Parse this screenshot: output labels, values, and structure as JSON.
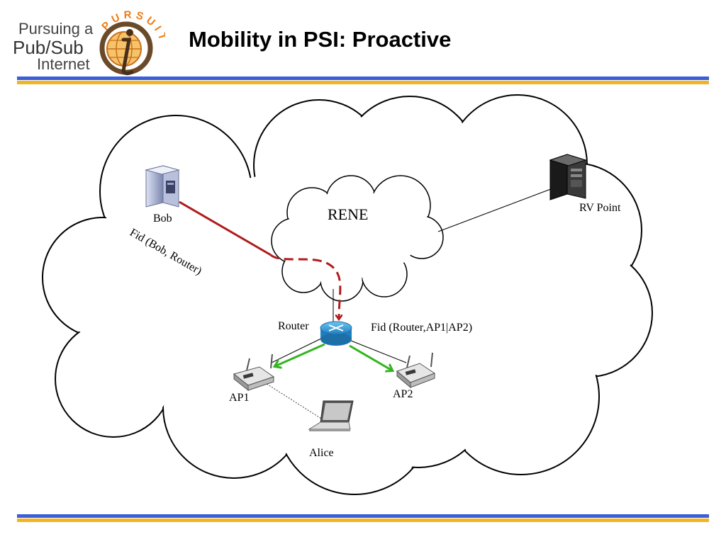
{
  "header": {
    "logo": {
      "line1": "Pursuing a",
      "line2": "Pub/Sub",
      "line3": "Internet",
      "arc_text": "PURSUIT"
    },
    "title": "Mobility in PSI: Proactive"
  },
  "colors": {
    "bar_blue": "#3a5fd9",
    "bar_yellow": "#f2b420",
    "fid_path": "#b01c1c",
    "wireless_arrow": "#33b51f",
    "logo_orange": "#f07c16"
  },
  "diagram": {
    "rene_label": "RENE",
    "nodes": {
      "bob": "Bob",
      "rv_point": "RV Point",
      "router": "Router",
      "ap1": "AP1",
      "ap2": "AP2",
      "alice": "Alice"
    },
    "fid_bob_router": "Fid (Bob, Router)",
    "fid_router_aps": "Fid (Router,AP1|AP2)"
  }
}
